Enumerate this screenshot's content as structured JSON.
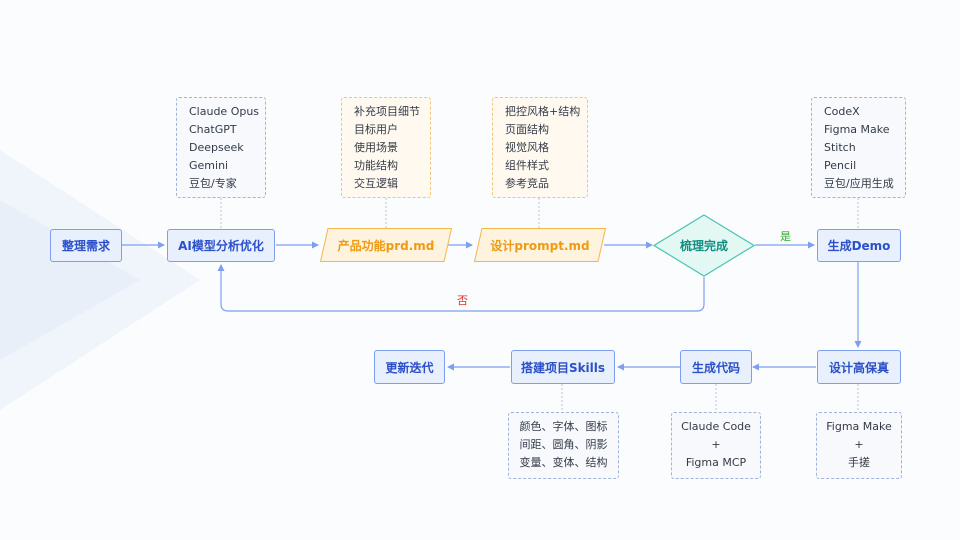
{
  "nodes": {
    "requirements": "整理需求",
    "ai_analysis": "AI模型分析优化",
    "prd": "产品功能prd.md",
    "prompt": "设计prompt.md",
    "review": "梳理完成",
    "demo": "生成Demo",
    "hifi": "设计高保真",
    "code": "生成代码",
    "skills": "搭建项目Skills",
    "iterate": "更新迭代"
  },
  "labels": {
    "yes": "是",
    "no": "否"
  },
  "notes": {
    "models": [
      "Claude Opus",
      "ChatGPT",
      "Deepseek",
      "Gemini",
      "豆包/专家"
    ],
    "prd_items": [
      "补充项目细节",
      "目标用户",
      "使用场景",
      "功能结构",
      "交互逻辑"
    ],
    "prompt_items": [
      "把控风格+结构",
      "页面结构",
      "视觉风格",
      "组件样式",
      "参考竞品"
    ],
    "demo_tools": [
      "CodeX",
      "Figma Make",
      "Stitch",
      "Pencil",
      "豆包/应用生成"
    ],
    "skills_items": [
      "颜色、字体、图标",
      "间距、圆角、阴影",
      "变量、变体、结构"
    ],
    "code_tools": [
      "Claude Code",
      "+",
      "Figma MCP"
    ],
    "hifi_tools": [
      "Figma Make",
      "+",
      "手搓"
    ]
  },
  "colors": {
    "blue_node": "#2b50c8",
    "orange_node": "#ef9a12",
    "teal_diamond": "#128f84",
    "yes": "#2faa2c",
    "no": "#d9352a",
    "arrow": "#7e9ff0"
  }
}
